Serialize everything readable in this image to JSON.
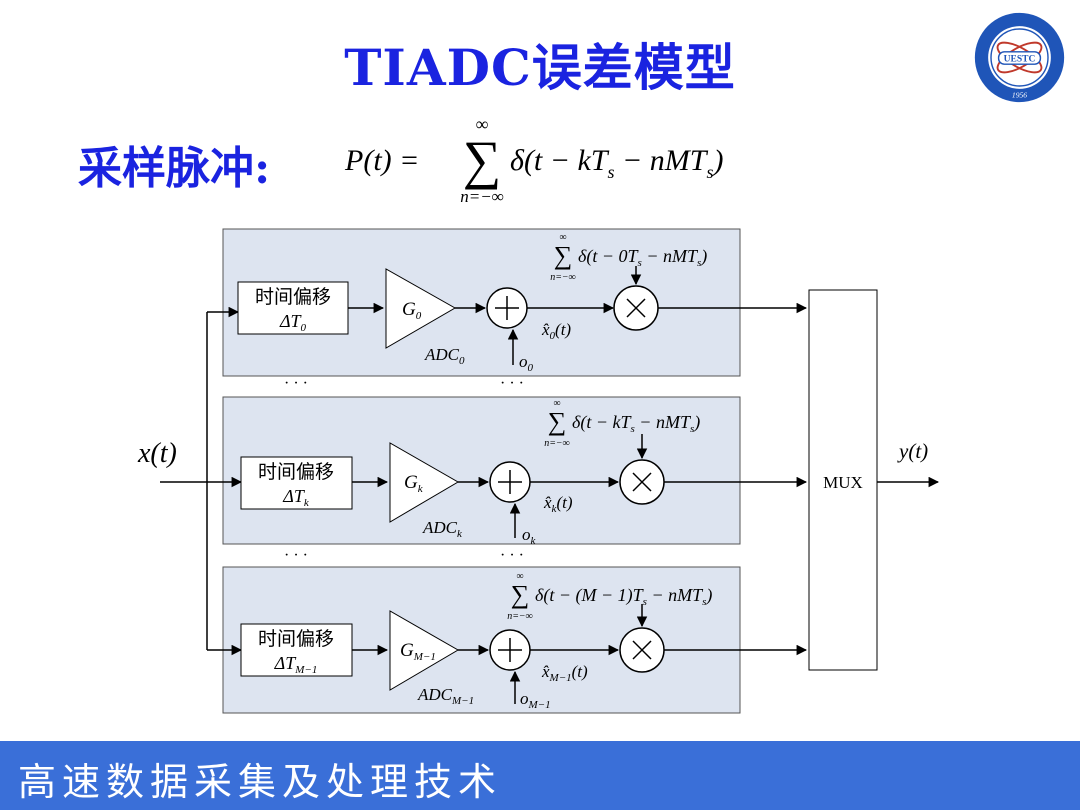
{
  "title": "TIADC误差模型",
  "sampling": {
    "label": "采样脉冲:",
    "formula": {
      "lhs": "P(t) =",
      "sum_top": "∞",
      "sum_bottom": "n=−∞",
      "body": "δ(t − kT",
      "body_sub": "s",
      "body_mid": " − nMT",
      "body_sub2": "s",
      "body_end": ")"
    }
  },
  "diagram": {
    "input_label": "x(t)",
    "output_label": "y(t)",
    "mux_label": "MUX",
    "ellipsis": "· · ·",
    "channels": [
      {
        "delay_text": "时间偏移",
        "delay_sym": "ΔT",
        "delay_sub": "0",
        "gain_sym": "G",
        "gain_sub": "0",
        "adc_sym": "ADC",
        "adc_sub": "0",
        "offset_sym": "o",
        "offset_sub": "0",
        "xhat": "x̂",
        "xhat_sub": "0",
        "xhat_arg": "(t)",
        "pulse_sum_top": "∞",
        "pulse_sum_bottom": "n=−∞",
        "pulse_text": "δ(t − 0T",
        "pulse_mid": " − nMT",
        "pulse_end": ")"
      },
      {
        "delay_text": "时间偏移",
        "delay_sym": "ΔT",
        "delay_sub": "k",
        "gain_sym": "G",
        "gain_sub": "k",
        "adc_sym": "ADC",
        "adc_sub": "k",
        "offset_sym": "o",
        "offset_sub": "k",
        "xhat": "x̂",
        "xhat_sub": "k",
        "xhat_arg": "(t)",
        "pulse_sum_top": "∞",
        "pulse_sum_bottom": "n=−∞",
        "pulse_text": "δ(t − kT",
        "pulse_mid": " − nMT",
        "pulse_end": ")"
      },
      {
        "delay_text": "时间偏移",
        "delay_sym": "ΔT",
        "delay_sub": "M−1",
        "gain_sym": "G",
        "gain_sub": "M−1",
        "adc_sym": "ADC",
        "adc_sub": "M−1",
        "offset_sym": "o",
        "offset_sub": "M−1",
        "xhat": "x̂",
        "xhat_sub": "M−1",
        "xhat_arg": "(t)",
        "pulse_sum_top": "∞",
        "pulse_sum_bottom": "n=−∞",
        "pulse_text": "δ(t − (M − 1)T",
        "pulse_mid": " − nMT",
        "pulse_end": ")"
      }
    ]
  },
  "footer": {
    "text": "高速数据采集及处理技术"
  },
  "logo": {
    "icon": "uestc-seal-icon",
    "center_text": "UESTC",
    "year": "1956"
  },
  "colors": {
    "title": "#1a23e0",
    "footer_bg": "#3a6fd8",
    "channel_bg": "#dde4f0"
  }
}
